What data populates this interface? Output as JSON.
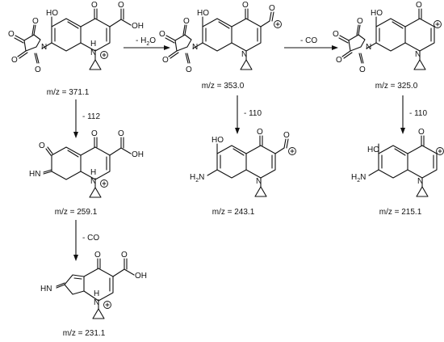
{
  "steps": {
    "h2o_prefix": "- H",
    "h2o_sub": "2",
    "h2o_suffix": "O",
    "co_top": "- CO",
    "loss_112": "- 112",
    "loss_110_mid": "- 110",
    "loss_110_right": "- 110",
    "co_bottom": "- CO"
  },
  "mz_labels": {
    "m371": "m/z = 371.1",
    "m353": "m/z = 353.0",
    "m325": "m/z = 325.0",
    "m259": "m/z = 259.1",
    "m243": "m/z = 243.1",
    "m215": "m/z = 215.1",
    "m231": "m/z = 231.1"
  },
  "atoms": {
    "HO": "HO",
    "O": "O",
    "OH": "OH",
    "N": "N",
    "H": "H",
    "HN": "HN",
    "NH2_main": "H",
    "NH2_sub": "2",
    "NH2_N": "N"
  }
}
